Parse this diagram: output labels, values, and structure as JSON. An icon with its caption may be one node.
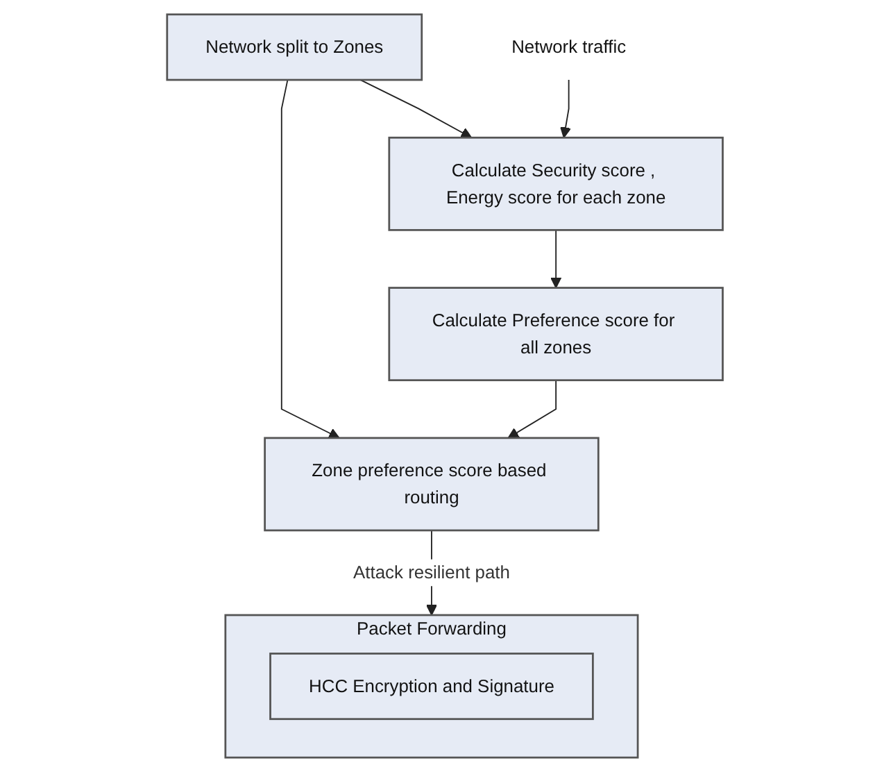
{
  "diagram": {
    "nodes": [
      {
        "text": [
          "Network split to Zones"
        ]
      },
      {
        "text": [
          "Calculate Security score , Energy score for each zone"
        ]
      },
      {
        "text": [
          "Network traffic"
        ]
      },
      {
        "text": [
          "Calculate Preference score for all zones"
        ]
      },
      {
        "text": [
          "Zone preference score based routing"
        ]
      },
      {
        "text": [
          "Packet Forwarding"
        ]
      },
      {
        "text": [
          "HCC Encryption and Signature"
        ],
        "in": 5
      }
    ],
    "edges": [
      {
        "from": 0,
        "to": 1,
        "arrow": "to"
      },
      {
        "from": 2,
        "to": 1,
        "arrow": "to"
      },
      {
        "from": 1,
        "to": 3,
        "arrow": "to"
      },
      {
        "from": 0,
        "to": 4,
        "arrow": "to"
      },
      {
        "from": 3,
        "to": 4,
        "arrow": "to"
      },
      {
        "from": 4,
        "to": 5,
        "arrow": "to",
        "label": "Attack resilient path"
      }
    ]
  }
}
